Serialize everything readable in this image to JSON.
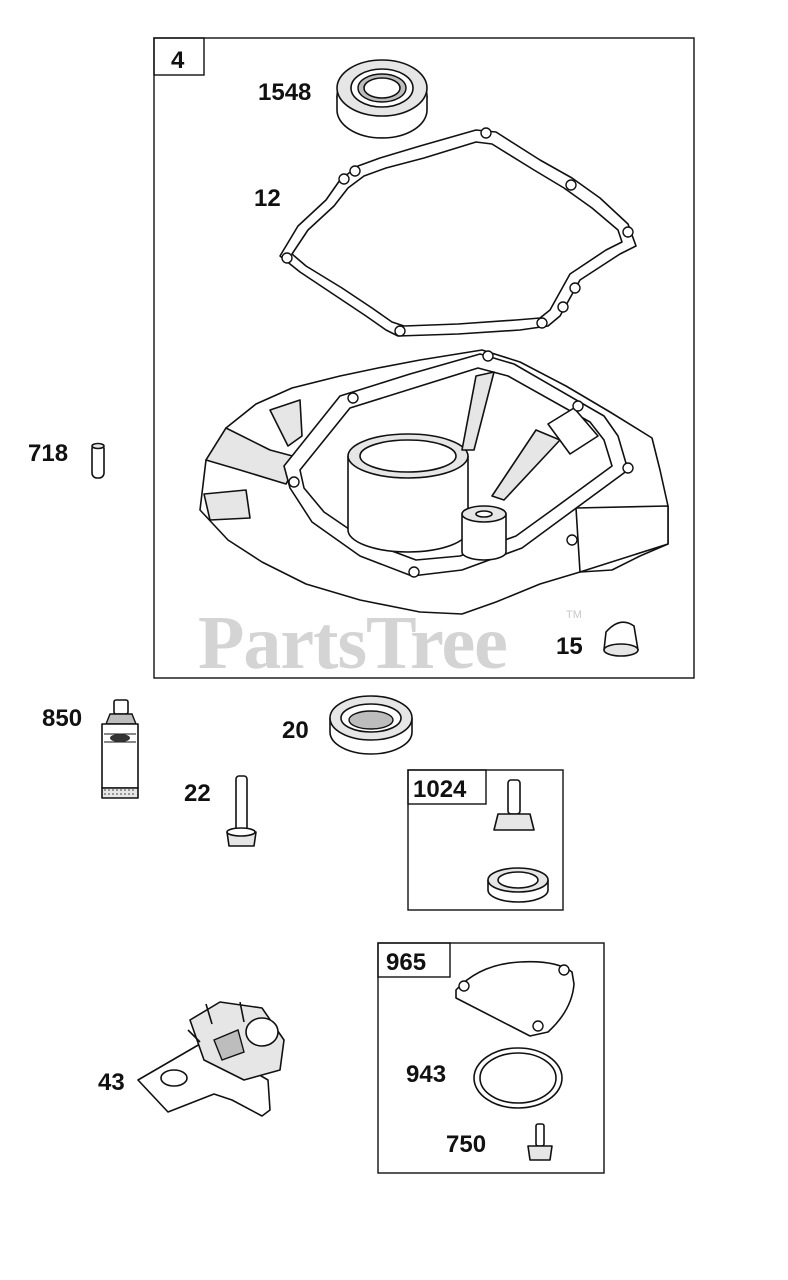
{
  "watermark": {
    "text": "PartsTree",
    "trademark": "TM"
  },
  "groups": {
    "g4": "4",
    "g1024": "1024",
    "g965": "965"
  },
  "labels": {
    "p1548": "1548",
    "p12": "12",
    "p718": "718",
    "p15": "15",
    "p850": "850",
    "p20": "20",
    "p22": "22",
    "p43": "43",
    "p943": "943",
    "p750": "750"
  }
}
